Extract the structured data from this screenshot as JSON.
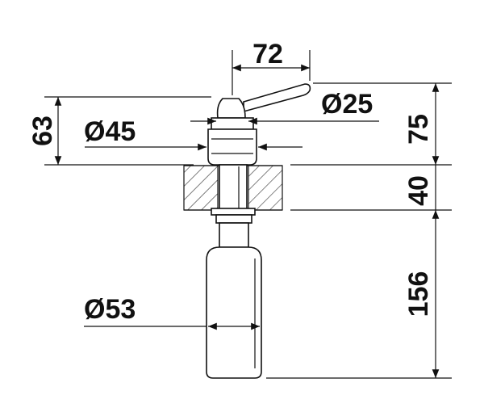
{
  "colors": {
    "ink": "#111111",
    "background": "#ffffff",
    "body_fill": "#ffffff",
    "hatch": "#333333"
  },
  "dimensions": {
    "top_width": "72",
    "stem_diameter": "Ø25",
    "head_height": "63",
    "collar_diameter": "Ø45",
    "height_above_counter": "75",
    "counter_thickness": "40",
    "length_below_counter": "156",
    "bottle_diameter": "Ø53"
  }
}
